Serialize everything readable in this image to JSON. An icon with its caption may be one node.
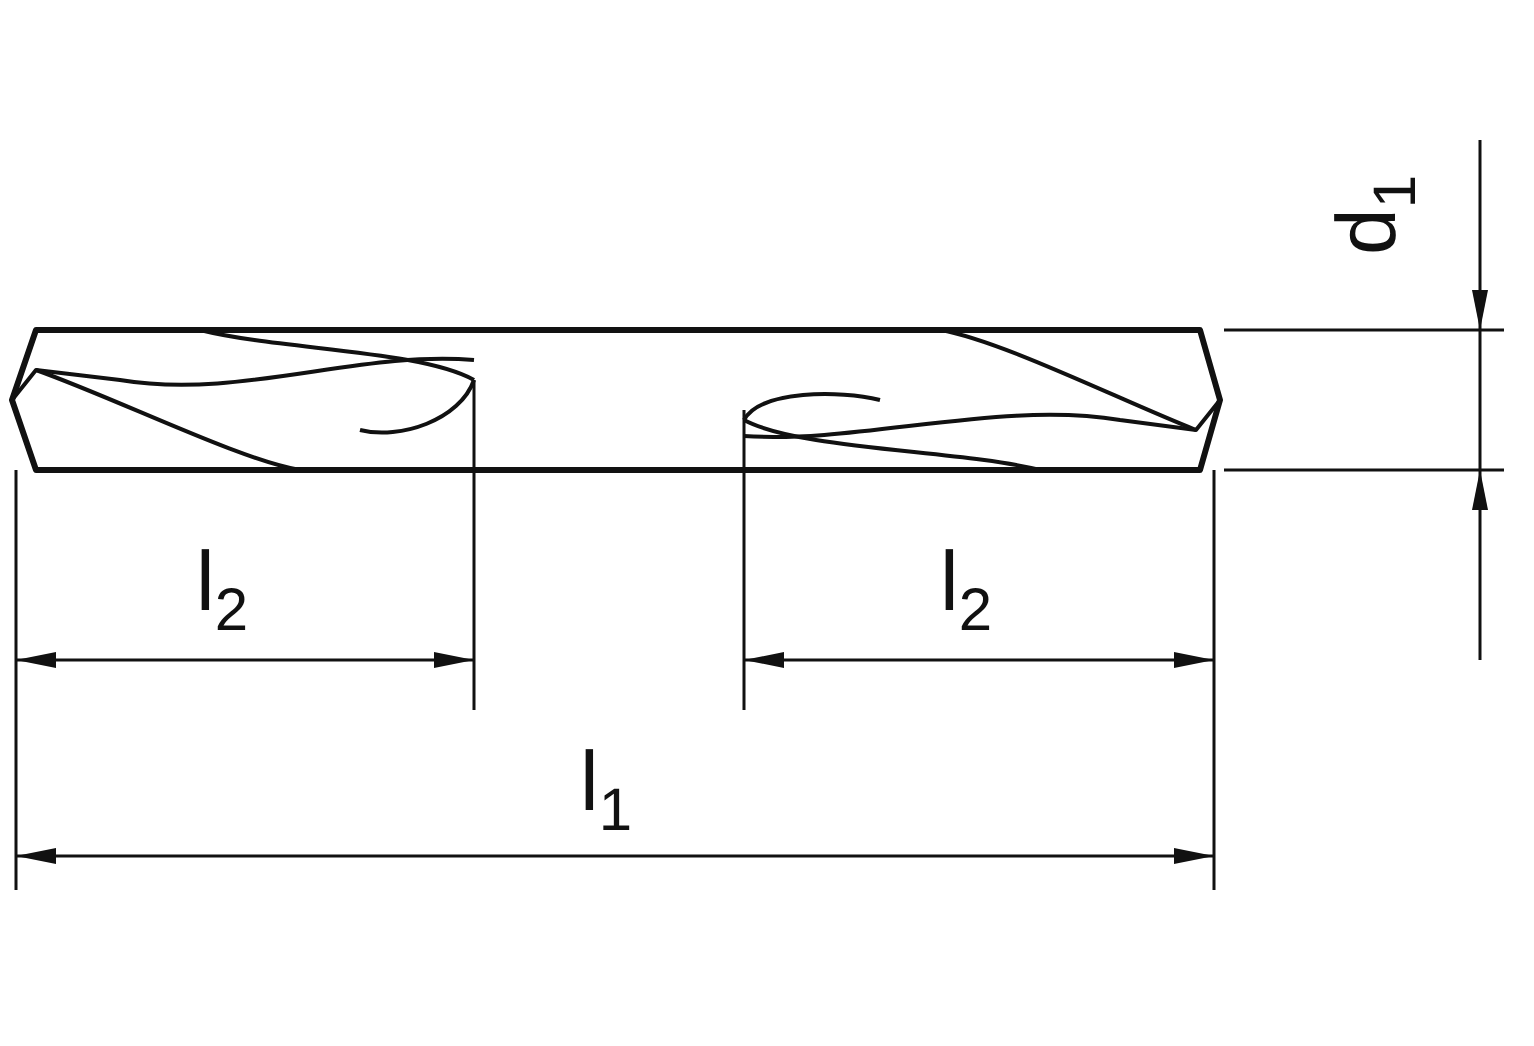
{
  "diagram": {
    "labels": [
      "d$_{1}$",
      "l$_{2}$",
      "l$_{2}$",
      "l$_{1}$"
    ]
  }
}
